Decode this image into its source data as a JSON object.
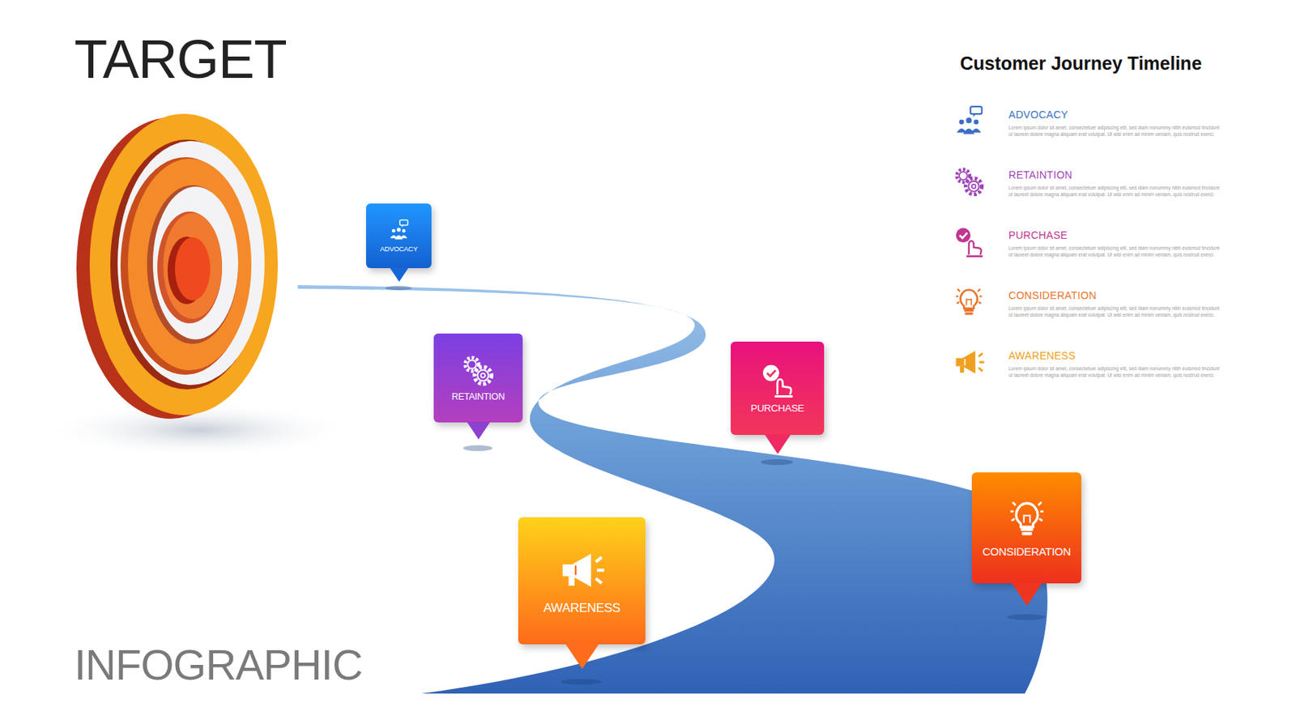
{
  "diagram": {
    "title": "Customer Journey Timeline",
    "nodes": [
      {
        "text": [
          "ADVOCACY"
        ]
      },
      {
        "text": [
          "RETAINTION"
        ]
      },
      {
        "text": [
          "PURCHASE"
        ]
      },
      {
        "text": [
          "CONSIDERATION"
        ]
      },
      {
        "text": [
          "AWARENESS"
        ]
      }
    ],
    "labels": [
      "TARGET",
      "INFOGRAPHIC",
      "ADVOCACY",
      "Lorem ipsum dolor sit amet, consectetuer adipiscing elit, sed diam nonummy nibh euismod tincidunt ut laoreet dolore magna aliquam erat volutpat. Ut wisi enim ad minim veniam, quis nostrud exerci.",
      "RETAINTION",
      "Lorem ipsum dolor sit amet, consectetuer adipiscing elit, sed diam nonummy nibh euismod tincidunt ut laoreet dolore magna aliquam erat volutpat. Ut wisi enim ad minim veniam, quis nostrud exerci.",
      "PURCHASE",
      "Lorem ipsum dolor sit amet, consectetuer adipiscing elit, sed diam nonummy nibh euismod tincidunt ut laoreet dolore magna aliquam erat volutpat. Ut wisi enim ad minim veniam, quis nostrud exerci.",
      "CONSIDERATION",
      "Lorem ipsum dolor sit amet, consectetuer adipiscing elit, sed diam nonummy nibh euismod tincidunt ut laoreet dolore magna aliquam erat volutpat. Ut wisi enim ad minim veniam, quis nostrud exerci.",
      "AWARENESS",
      "Lorem ipsum dolor sit amet, consectetuer adipiscing elit, sed diam nonummy nibh euismod tincidunt ut laoreet dolore magna aliquam erat volutpat. Ut wisi enim ad minim veniam, quis nostrud exerci."
    ]
  }
}
